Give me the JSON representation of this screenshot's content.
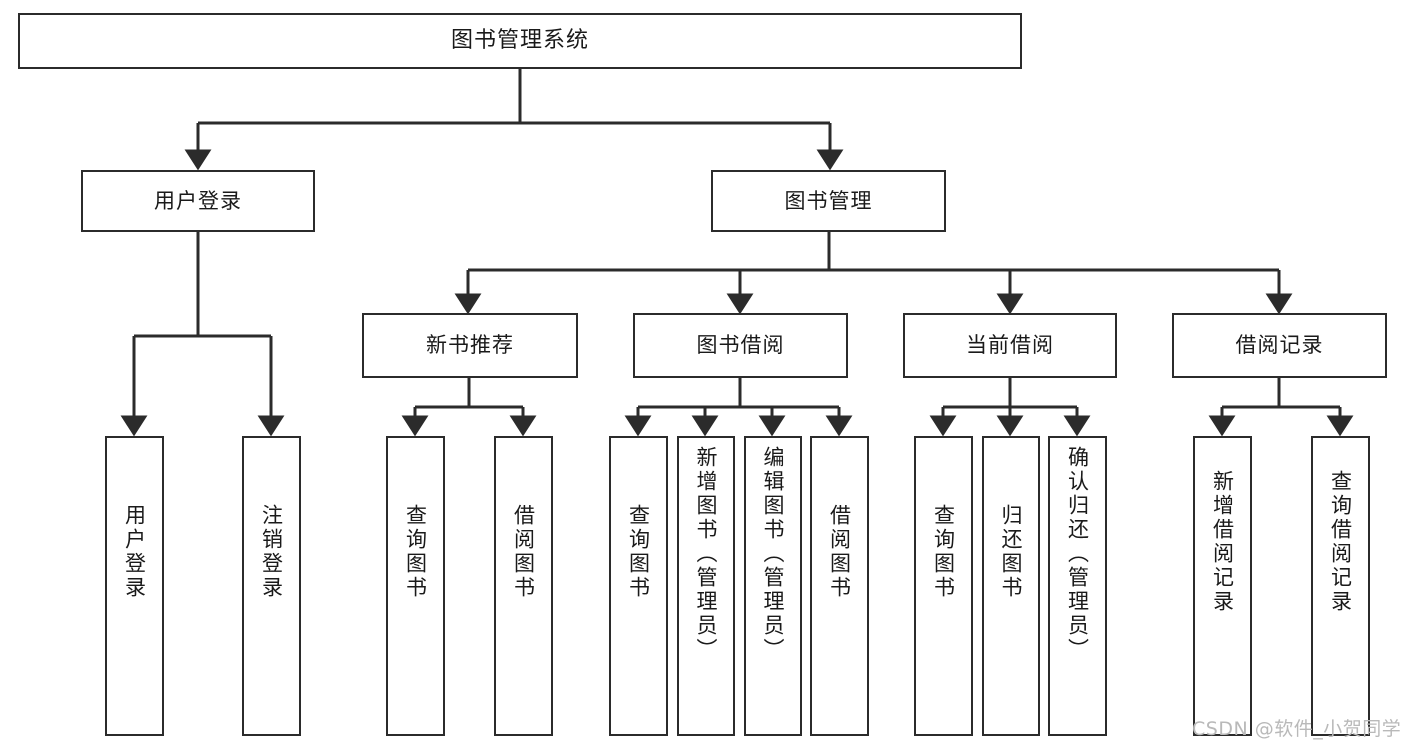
{
  "diagram": {
    "title": "图书管理系统",
    "type": "tree-hierarchy-chart",
    "watermark": "CSDN @软件_小贺同学",
    "colors": {
      "node_border": "#2b2b2b",
      "node_fill": "#ffffff",
      "edge": "#2b2b2b",
      "text": "#1a1a1a",
      "watermark": "#b9b9b9",
      "background": "#ffffff"
    },
    "root": {
      "id": "root",
      "label": "图书管理系统"
    },
    "level2": [
      {
        "id": "user-login",
        "label": "用户登录"
      },
      {
        "id": "book-manage",
        "label": "图书管理"
      }
    ],
    "level3": [
      {
        "id": "new-book-recommend",
        "label": "新书推荐",
        "parent": "book-manage"
      },
      {
        "id": "book-borrow",
        "label": "图书借阅",
        "parent": "book-manage"
      },
      {
        "id": "current-borrow",
        "label": "当前借阅",
        "parent": "book-manage"
      },
      {
        "id": "borrow-record",
        "label": "借阅记录",
        "parent": "book-manage"
      }
    ],
    "leaves": [
      {
        "id": "leaf-user-login",
        "label": "用户登录",
        "parent": "user-login"
      },
      {
        "id": "leaf-logout-login",
        "label": "注销登录",
        "parent": "user-login"
      },
      {
        "id": "leaf-query-book-1",
        "label": "查询图书",
        "parent": "new-book-recommend"
      },
      {
        "id": "leaf-borrow-book-1",
        "label": "借阅图书",
        "parent": "new-book-recommend"
      },
      {
        "id": "leaf-query-book-2",
        "label": "查询图书",
        "parent": "book-borrow"
      },
      {
        "id": "leaf-add-book",
        "label": "新增图书（管理员）",
        "parent": "book-borrow"
      },
      {
        "id": "leaf-edit-book",
        "label": "编辑图书（管理员）",
        "parent": "book-borrow"
      },
      {
        "id": "leaf-borrow-book-2",
        "label": "借阅图书",
        "parent": "book-borrow"
      },
      {
        "id": "leaf-query-book-3",
        "label": "查询图书",
        "parent": "current-borrow"
      },
      {
        "id": "leaf-return-book",
        "label": "归还图书",
        "parent": "current-borrow"
      },
      {
        "id": "leaf-confirm-return",
        "label": "确认归还（管理员）",
        "parent": "current-borrow"
      },
      {
        "id": "leaf-add-record",
        "label": "新增借阅记录",
        "parent": "borrow-record"
      },
      {
        "id": "leaf-query-record",
        "label": "查询借阅记录",
        "parent": "borrow-record"
      }
    ]
  }
}
